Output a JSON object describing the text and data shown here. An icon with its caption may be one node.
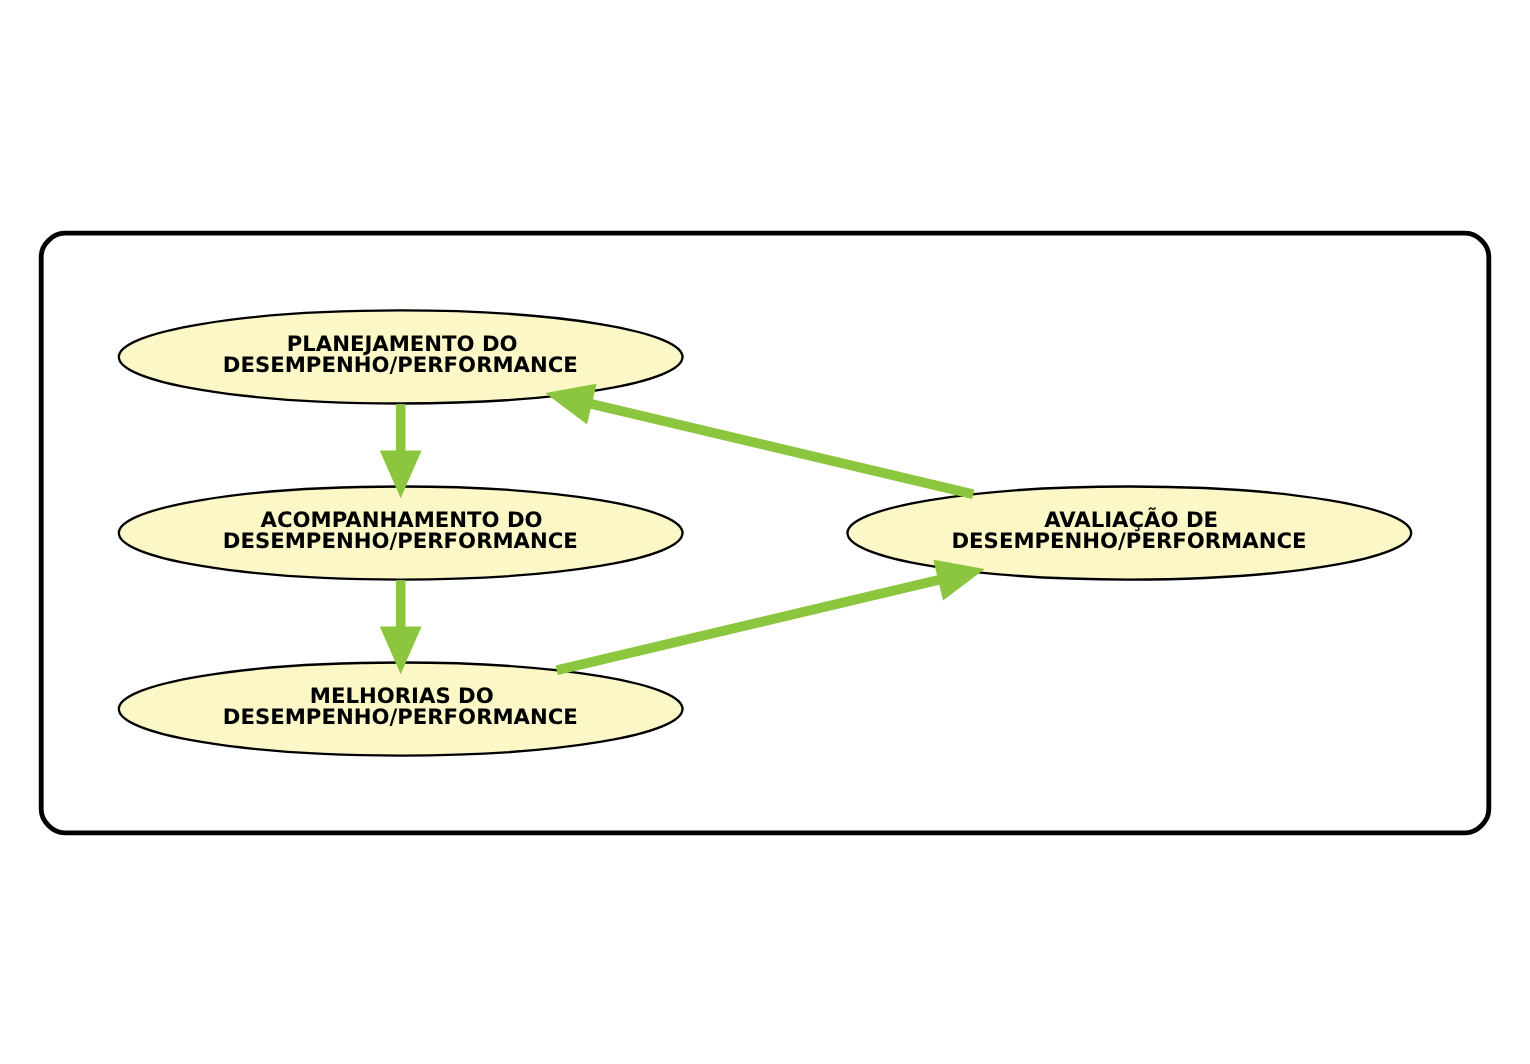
{
  "diagram": {
    "nodes": [
      {
        "text": [],
        "shape": "ellipse"
      },
      {
        "text": [
          "PLANEJAMENTO DO DESEMPENHO/PERFORMANCE"
        ],
        "in": 0
      },
      {
        "text": [
          "ACOMPANHAMENTO DO DESEMPENHO/PERFORMANCE"
        ],
        "in": 0
      },
      {
        "text": [
          "MELHORIAS DO DESEMPENHO/PERFORMANCE"
        ],
        "in": 0
      },
      {
        "text": [
          "AVALIAÇÃO DE DESEMPENHO/PERFORMANCE"
        ],
        "in": 0
      }
    ],
    "edges": [
      {
        "from": 1,
        "to": 2,
        "arrow": "to"
      },
      {
        "from": 2,
        "to": 3,
        "arrow": "to"
      },
      {
        "from": 3,
        "to": 4,
        "arrow": "to"
      },
      {
        "from": 4,
        "to": 1,
        "arrow": "to"
      }
    ]
  }
}
